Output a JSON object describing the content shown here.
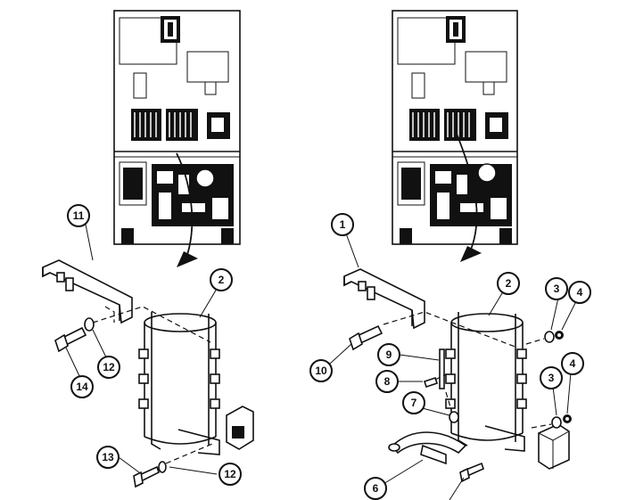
{
  "left_view": {
    "callouts": [
      "11",
      "2",
      "12",
      "14",
      "13",
      "12"
    ]
  },
  "right_view": {
    "callouts": [
      "1",
      "2",
      "3",
      "4",
      "10",
      "9",
      "8",
      "7",
      "3",
      "4",
      "6"
    ]
  }
}
